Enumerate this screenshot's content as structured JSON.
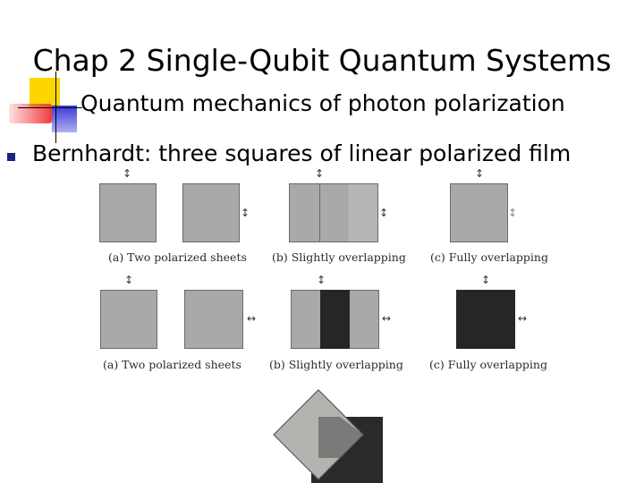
{
  "slide": {
    "title": "Chap 2 Single-Qubit Quantum Systems",
    "subtitle": "Quantum mechanics of photon polarization",
    "bullet": "Bernhardt: three squares of linear polarized film"
  },
  "figure": {
    "top_row_captions": [
      "(a) Two polarized sheets",
      "(b) Slightly overlapping",
      "(c) Fully overlapping"
    ],
    "bottom_row_captions": [
      "(a) Two polarized sheets",
      "(b) Slightly overlapping",
      "(c) Fully overlapping"
    ],
    "polarization_glyphs": {
      "vertical": "↕",
      "horizontal": "↔"
    }
  },
  "colors": {
    "sheet": "#a9aaa7",
    "dark_overlap": "#262626",
    "deco_yellow": "#ffd500",
    "deco_red": "#f03c3c",
    "deco_blue": "#3030d0",
    "bullet": "#1a237e"
  }
}
